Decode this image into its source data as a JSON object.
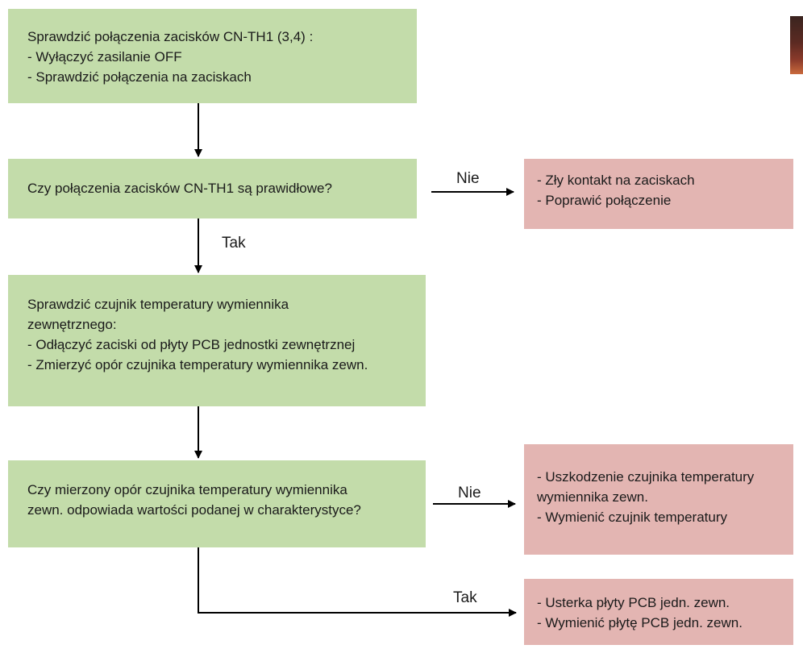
{
  "diagram": {
    "steps": [
      {
        "id": "step1",
        "lines": [
          "Sprawdzić połączenia zacisków CN-TH1 (3,4) :",
          "- Wyłączyć zasilanie OFF",
          "- Sprawdzić połączenia na zaciskach"
        ]
      },
      {
        "id": "q1",
        "lines": [
          "Czy połączenia zacisków CN-TH1 są prawidłowe?"
        ]
      },
      {
        "id": "step2",
        "lines": [
          "Sprawdzić czujnik temperatury wymiennika",
          "zewnętrznego:",
          "- Odłączyć zaciski od płyty PCB jednostki zewnętrznej",
          "- Zmierzyć opór czujnika temperatury wymiennika zewn."
        ]
      },
      {
        "id": "q2",
        "lines": [
          "Czy mierzony opór czujnika temperatury wymiennika",
          "zewn. odpowiada wartości podanej w charakterystyce?"
        ]
      }
    ],
    "results": [
      {
        "id": "r1",
        "lines": [
          "- Zły kontakt na zaciskach",
          "- Poprawić połączenie"
        ]
      },
      {
        "id": "r2",
        "lines": [
          "- Uszkodzenie czujnika temperatury",
          "wymiennika zewn.",
          "- Wymienić czujnik temperatury"
        ]
      },
      {
        "id": "r3",
        "lines": [
          "- Usterka płyty PCB jedn. zewn.",
          "- Wymienić płytę PCB jedn. zewn."
        ]
      }
    ],
    "edge_labels": {
      "q1_no": "Nie",
      "q1_yes": "Tak",
      "q2_no": "Nie",
      "q2_yes": "Tak"
    },
    "colors": {
      "step_fill": "#c3dcaa",
      "result_fill": "#e3b5b2",
      "connector": "#000000"
    }
  }
}
